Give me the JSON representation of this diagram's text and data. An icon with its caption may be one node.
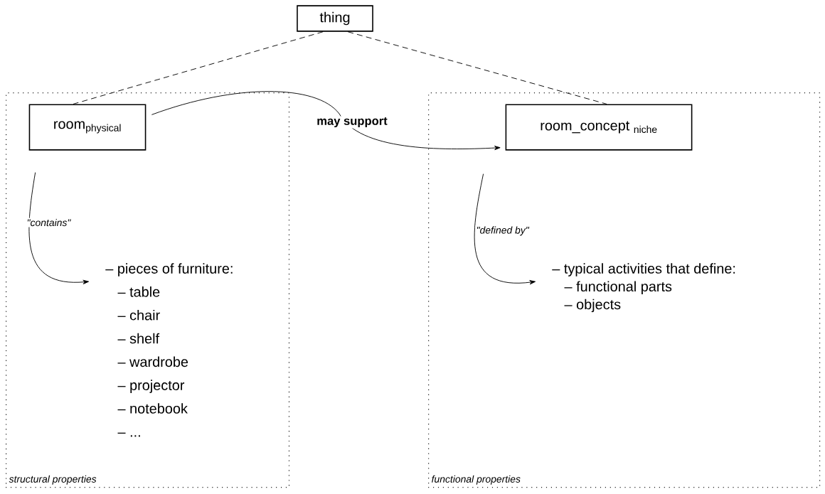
{
  "diagram": {
    "nodes": [
      {
        "text": [
          "thing"
        ]
      },
      {
        "text": [
          "structural properties"
        ]
      },
      {
        "text": [
          "room$_{physical}$"
        ],
        "in": 1
      },
      {
        "text": [
          "– pieces of furniture:",
          "– table",
          "– chair",
          "– shelf",
          "– wardrobe",
          "– projector",
          "– notebook",
          "– ..."
        ],
        "in": 1
      },
      {
        "text": [
          "functional properties"
        ]
      },
      {
        "text": [
          "room_concept $_{niche}$"
        ],
        "in": 4
      },
      {
        "text": [
          "– typical activities that define:",
          "– functional parts",
          "– objects"
        ],
        "in": 4
      }
    ],
    "edges": [
      {
        "from": 0,
        "to": 2,
        "arrow": "none",
        "style": "dashed"
      },
      {
        "from": 0,
        "to": 5,
        "arrow": "none",
        "style": "dashed"
      },
      {
        "from": 2,
        "to": 5,
        "arrow": "to",
        "label": "may support"
      },
      {
        "from": 2,
        "to": 3,
        "arrow": "to",
        "label": "\"contains\""
      },
      {
        "from": 5,
        "to": 6,
        "arrow": "to",
        "label": "\"defined by\""
      }
    ]
  }
}
